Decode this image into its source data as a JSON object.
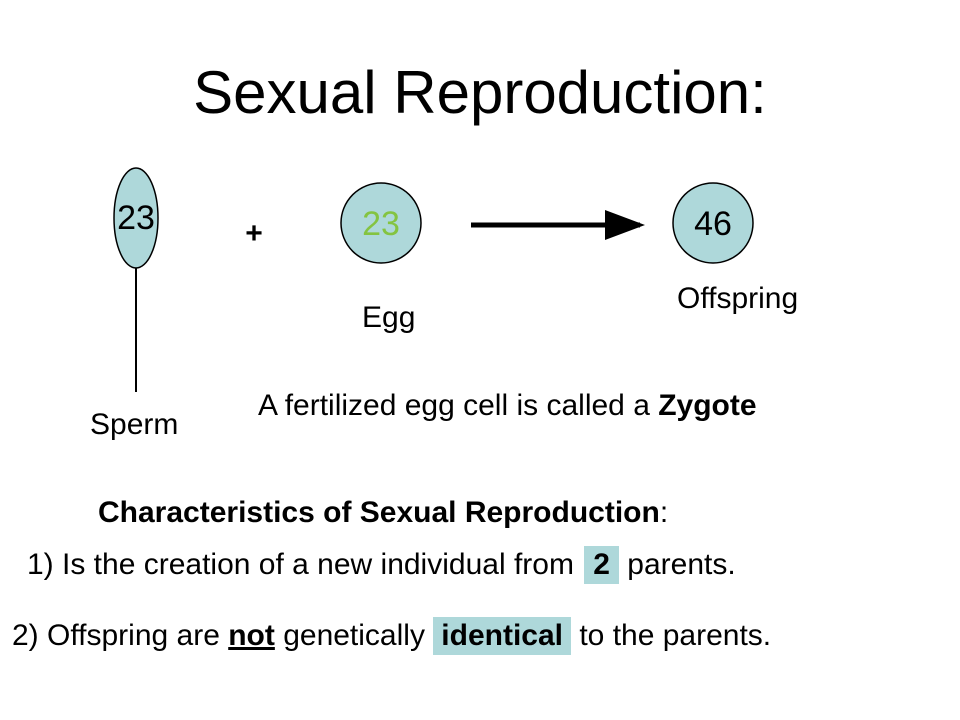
{
  "title": "Sexual Reproduction:",
  "colors": {
    "cell_fill": "#aed8da",
    "egg_number": "#84c441",
    "highlight": "#aed8da"
  },
  "diagram": {
    "sperm": {
      "number": "23",
      "label": "Sperm"
    },
    "plus": "+",
    "egg": {
      "number": "23",
      "label": "Egg"
    },
    "offspring": {
      "number": "46",
      "label": "Offspring"
    },
    "zygote_text": "A fertilized egg cell is called a ",
    "zygote_term": "Zygote"
  },
  "characteristics": {
    "heading": "Characteristics of Sexual Reproduction",
    "heading_colon": ":",
    "item1": {
      "prefix": "1)  Is the creation of a new individual from ",
      "blank": "2",
      "suffix": "  parents."
    },
    "item2": {
      "prefix": "2)  Offspring are ",
      "emphasis": "not",
      "middle": " genetically ",
      "blank": "identical",
      "suffix": " to the parents."
    }
  }
}
